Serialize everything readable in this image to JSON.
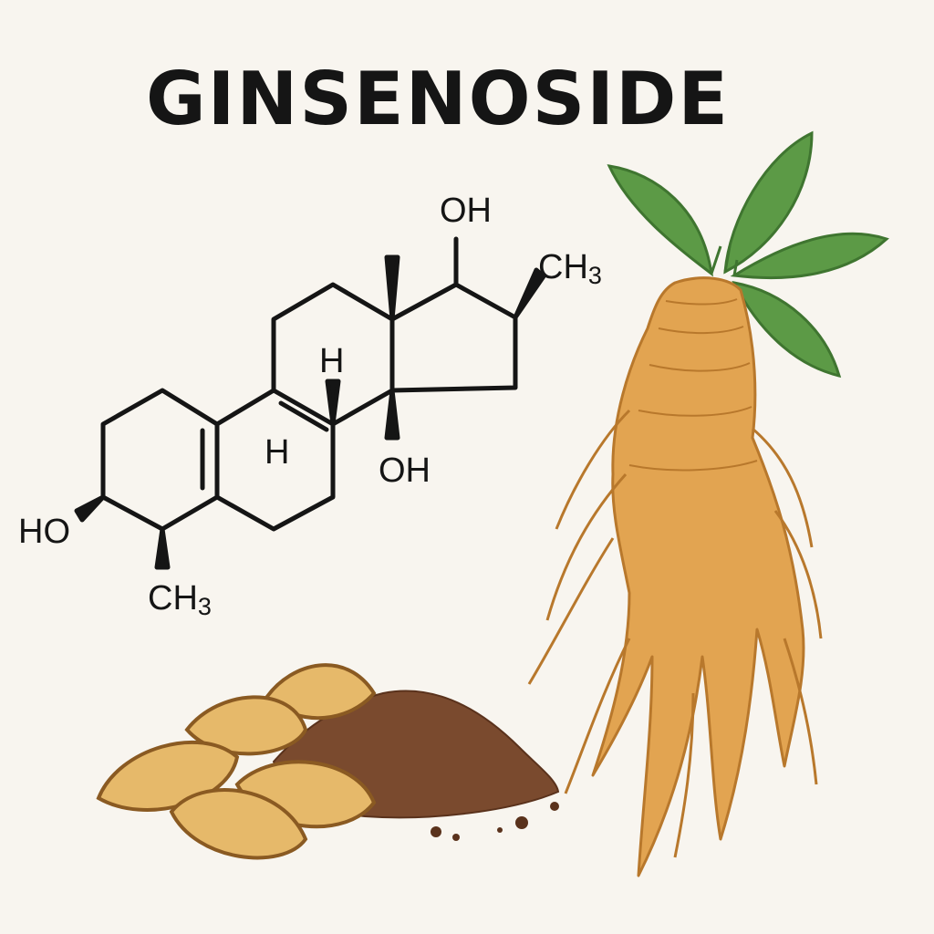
{
  "title": "GINSENOSIDE",
  "molecule": {
    "labels": {
      "oh_top": "OH",
      "ch3_right": "CH3",
      "h_upper": "H",
      "h_lower": "H",
      "oh_mid": "OH",
      "ho_left": "HO",
      "ch3_bottom": "CH3"
    }
  },
  "colors": {
    "background": "#f8f5ef",
    "ink": "#151515",
    "root": "#e2a451",
    "root_outline": "#b8782c",
    "leaf": "#5c9a46",
    "powder": "#7a4a2e",
    "slice": "#e6b96a"
  },
  "illustrations": {
    "root": "ginseng-root",
    "leaves": "ginseng-leaves",
    "slices": "dried-ginseng-slices",
    "powder": "ginseng-powder"
  }
}
